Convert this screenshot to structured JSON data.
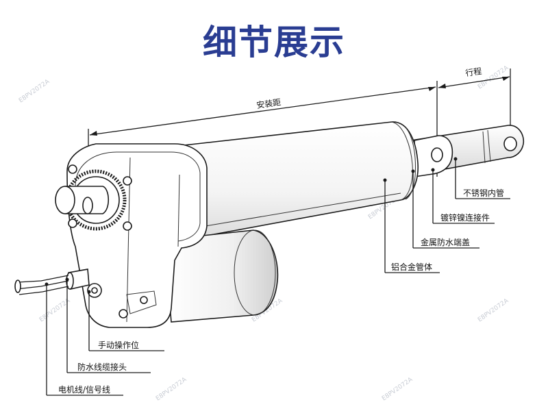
{
  "title": "细节展示",
  "dimensions": {
    "mounting_distance": "安装距",
    "stroke": "行程"
  },
  "callouts": {
    "stainless_inner_tube": "不锈钢内管",
    "zinc_nickel_connector": "镀锌镍连接件",
    "metal_waterproof_cap": "金属防水端盖",
    "aluminum_tube_body": "铝合金管体",
    "manual_operation": "手动操作位",
    "waterproof_cable_joint": "防水线缆接头",
    "motor_signal_wire": "电机线/信号线"
  },
  "watermark": "E8PV2072A",
  "colors": {
    "title": "#2a3d92",
    "line": "#1a1a1a"
  }
}
